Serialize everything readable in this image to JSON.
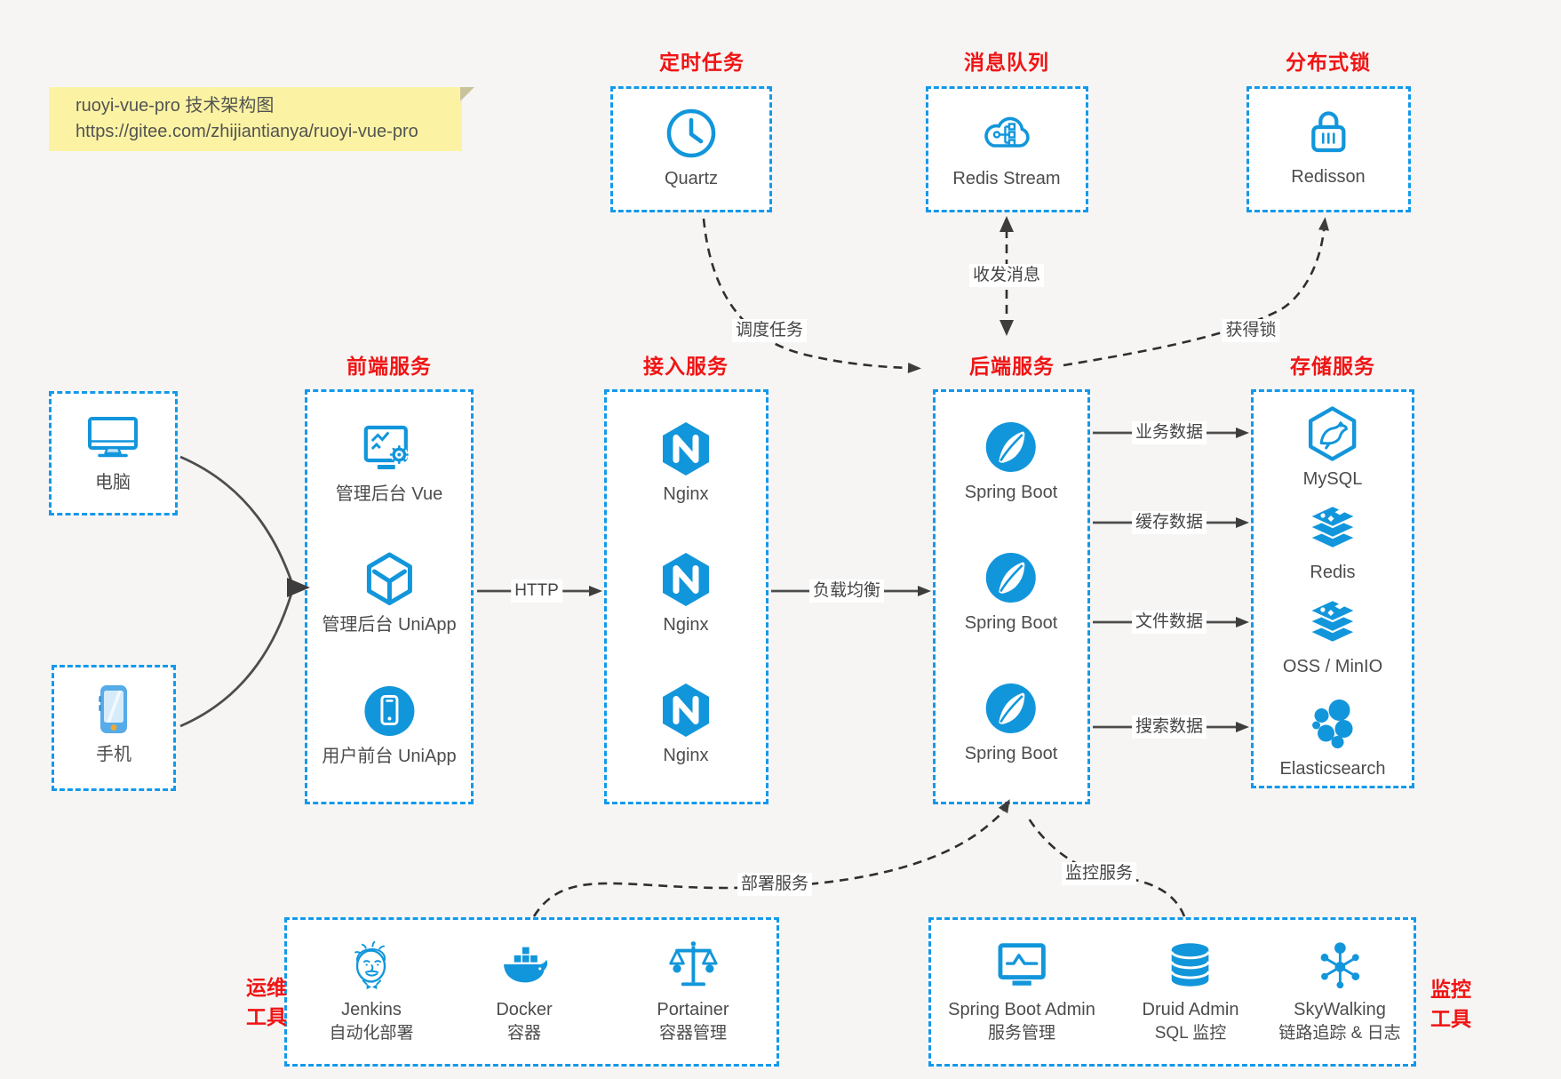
{
  "note": {
    "line1": "ruoyi-vue-pro 技术架构图",
    "line2": "https://gitee.com/zhijiantianya/ruoyi-vue-pro"
  },
  "colors": {
    "accent_blue": "#1296db",
    "dashed_border_blue": "#1499ea",
    "title_red": "#f01414",
    "page_bg": "#f6f5f4",
    "box_bg": "#ffffff",
    "note_bg": "#fbf3a3",
    "text_gray": "#4c4c4c",
    "arrow_dark": "#3d3d3d"
  },
  "groups": {
    "scheduled": {
      "title": "定时任务",
      "items": [
        {
          "label": "Quartz",
          "icon": "clock-icon"
        }
      ]
    },
    "mq": {
      "title": "消息队列",
      "items": [
        {
          "label": "Redis Stream",
          "icon": "cloud-share-icon"
        }
      ]
    },
    "lock": {
      "title": "分布式锁",
      "items": [
        {
          "label": "Redisson",
          "icon": "lock-icon"
        }
      ]
    },
    "clients": {
      "items": [
        {
          "label": "电脑",
          "icon": "desktop-icon"
        },
        {
          "label": "手机",
          "icon": "smartphone-icon"
        }
      ]
    },
    "frontend": {
      "title": "前端服务",
      "items": [
        {
          "label": "管理后台 Vue",
          "icon": "admin-vue-icon"
        },
        {
          "label": "管理后台 UniApp",
          "icon": "uniapp-cube-icon"
        },
        {
          "label": "用户前台 UniApp",
          "icon": "user-app-icon"
        }
      ]
    },
    "gateway": {
      "title": "接入服务",
      "items": [
        {
          "label": "Nginx",
          "icon": "nginx-icon"
        },
        {
          "label": "Nginx",
          "icon": "nginx-icon"
        },
        {
          "label": "Nginx",
          "icon": "nginx-icon"
        }
      ]
    },
    "backend": {
      "title": "后端服务",
      "items": [
        {
          "label": "Spring Boot",
          "icon": "spring-boot-icon"
        },
        {
          "label": "Spring Boot",
          "icon": "spring-boot-icon"
        },
        {
          "label": "Spring Boot",
          "icon": "spring-boot-icon"
        }
      ]
    },
    "storage": {
      "title": "存储服务",
      "items": [
        {
          "label": "MySQL",
          "icon": "mysql-icon"
        },
        {
          "label": "Redis",
          "icon": "redis-stack-icon"
        },
        {
          "label": "OSS / MinIO",
          "icon": "storage-stack-icon"
        },
        {
          "label": "Elasticsearch",
          "icon": "elasticsearch-icon"
        }
      ]
    },
    "devops": {
      "side_title_line1": "运维",
      "side_title_line2": "工具",
      "items": [
        {
          "label": "Jenkins",
          "sublabel": "自动化部署",
          "icon": "jenkins-icon"
        },
        {
          "label": "Docker",
          "sublabel": "容器",
          "icon": "docker-icon"
        },
        {
          "label": "Portainer",
          "sublabel": "容器管理",
          "icon": "portainer-icon"
        }
      ]
    },
    "monitor": {
      "side_title_line1": "监控",
      "side_title_line2": "工具",
      "items": [
        {
          "label": "Spring Boot Admin",
          "sublabel": "服务管理",
          "icon": "spring-boot-admin-icon"
        },
        {
          "label": "Druid Admin",
          "sublabel": "SQL 监控",
          "icon": "druid-icon"
        },
        {
          "label": "SkyWalking",
          "sublabel": "链路追踪 & 日志",
          "icon": "skywalking-icon"
        }
      ]
    }
  },
  "edges": {
    "http": "HTTP",
    "load_balance": "负载均衡",
    "schedule_task": "调度任务",
    "send_receive_messages": "收发消息",
    "acquire_lock": "获得锁",
    "business_data": "业务数据",
    "cache_data": "缓存数据",
    "file_data": "文件数据",
    "search_data": "搜索数据",
    "deploy_service": "部署服务",
    "monitor_service": "监控服务"
  }
}
